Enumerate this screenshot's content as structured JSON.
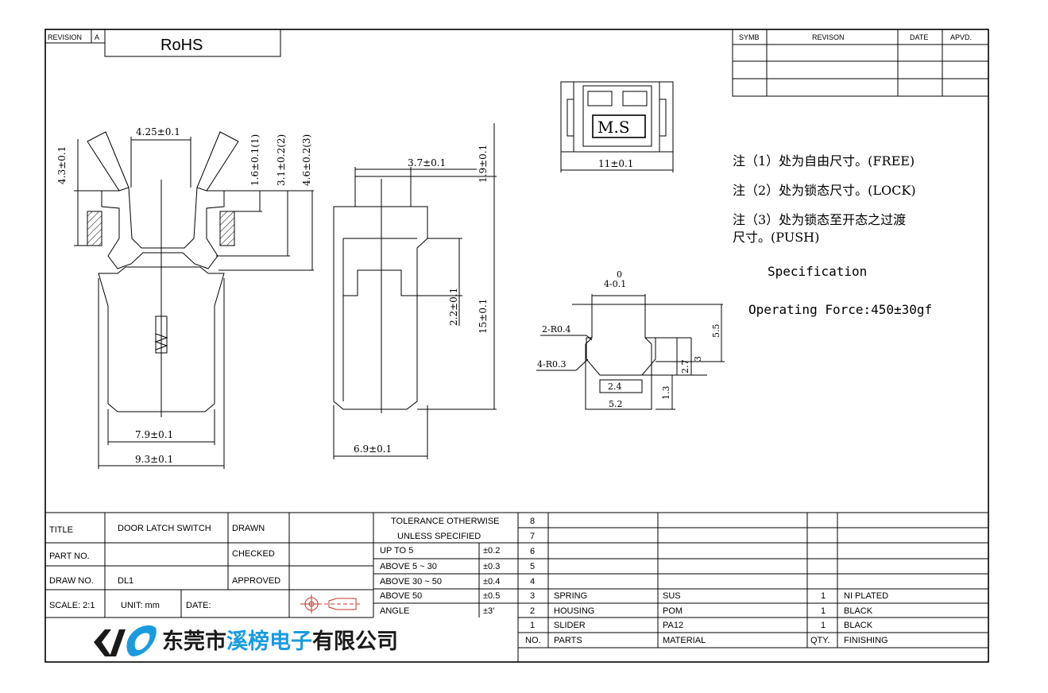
{
  "header": {
    "revision_label": "REVISION",
    "revision_value": "A",
    "rohs": "RoHS"
  },
  "revision_table": {
    "headers": [
      "SYMB",
      "REVISON",
      "DATE",
      "APVD."
    ]
  },
  "dimensions": {
    "front": {
      "top_width": "4.25±0.1",
      "left_height": "4.3±0.1",
      "free": "1.6±0.1(1)",
      "lock": "3.1±0.2(2)",
      "push": "4.6±0.2(3)",
      "inner_width": "7.9±0.1",
      "outer_width": "9.3±0.1"
    },
    "side": {
      "top_width": "3.7±0.1",
      "top_height": "1.9±0.1",
      "slot_height": "2.2±0.1",
      "total_height": "15±0.1",
      "bottom_width": "6.9±0.1"
    },
    "top_view": {
      "mark": "M.S",
      "width": "11±0.1"
    },
    "cutout": {
      "top_tol": "0",
      "top_width": "4-0.1",
      "radius_1": "2-R0.4",
      "radius_2": "4-R0.3",
      "h1": "2.7",
      "h2": "3",
      "h3": "5.5",
      "h4": "1.3",
      "w1": "2.4",
      "w2": "5.2"
    }
  },
  "notes": {
    "note1": "注（1）处为自由尺寸。(FREE)",
    "note2": "注（2）处为锁态尺寸。(LOCK)",
    "note3a": "注（3）处为锁态至开态之过渡",
    "note3b": "尺寸。(PUSH)",
    "spec_title": "Specification",
    "force": "Operating Force:450±30gf"
  },
  "title_block": {
    "title_label": "TITLE",
    "title_value": "DOOR LATCH SWITCH",
    "drawn_label": "DRAWN",
    "part_label": "PART NO.",
    "checked_label": "CHECKED",
    "draw_label": "DRAW NO.",
    "draw_value": "DL1",
    "approved_label": "APPROVED",
    "scale": "SCALE: 2:1",
    "unit": "UNIT: mm",
    "date": "DATE:"
  },
  "tolerance": {
    "header1": "TOLERANCE OTHERWISE",
    "header2": "UNLESS SPECIFIED",
    "rows": [
      {
        "range": "UP TO 5",
        "value": "±0.2"
      },
      {
        "range": "ABOVE 5 ~ 30",
        "value": "±0.3"
      },
      {
        "range": "ABOVE 30 ~ 50",
        "value": "±0.4"
      },
      {
        "range": "ABOVE 50",
        "value": "±0.5"
      },
      {
        "range": "ANGLE",
        "value": "±3'"
      }
    ]
  },
  "parts": {
    "rows": [
      {
        "no": "8",
        "part": "",
        "material": "",
        "qty": "",
        "finish": ""
      },
      {
        "no": "7",
        "part": "",
        "material": "",
        "qty": "",
        "finish": ""
      },
      {
        "no": "6",
        "part": "",
        "material": "",
        "qty": "",
        "finish": ""
      },
      {
        "no": "5",
        "part": "",
        "material": "",
        "qty": "",
        "finish": ""
      },
      {
        "no": "4",
        "part": "",
        "material": "",
        "qty": "",
        "finish": ""
      },
      {
        "no": "3",
        "part": "SPRING",
        "material": "SUS",
        "qty": "1",
        "finish": "NI PLATED"
      },
      {
        "no": "2",
        "part": "HOUSING",
        "material": "POM",
        "qty": "1",
        "finish": "BLACK"
      },
      {
        "no": "1",
        "part": "SLIDER",
        "material": "PA12",
        "qty": "1",
        "finish": "BLACK"
      }
    ],
    "header": {
      "no": "NO.",
      "part": "PARTS",
      "material": "MATERIAL",
      "qty": "QTY.",
      "finish": "FINISHING"
    }
  },
  "company": {
    "part_a": "东莞市",
    "part_b": "溪榜电子",
    "part_c": "有限公司",
    "accent": "#1a9be0",
    "logo_dark": "#1a1a1a"
  }
}
